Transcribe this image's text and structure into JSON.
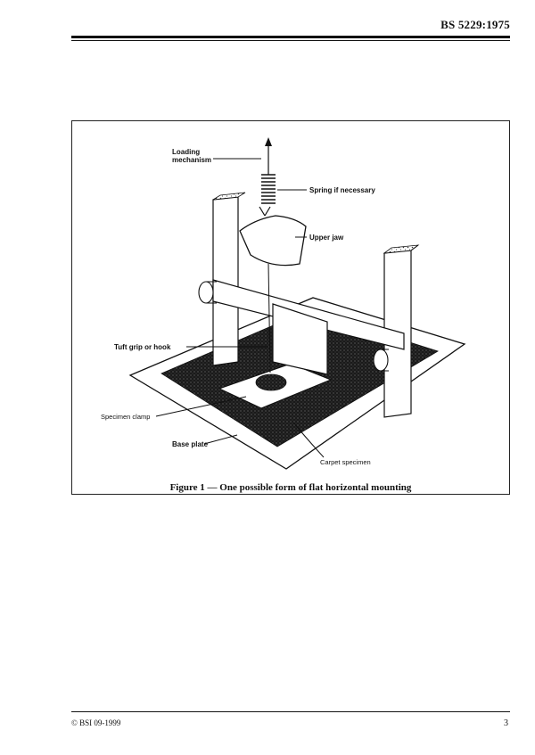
{
  "header": {
    "doc_code": "BS 5229:1975"
  },
  "figure": {
    "caption": "Figure 1 — One possible form of flat horizontal mounting",
    "labels": {
      "loading_1": "Loading",
      "loading_2": "mechanism",
      "spring": "Spring if necessary",
      "upper_jaw": "Upper jaw",
      "tuft": "Tuft grip or hook",
      "clamp": "Specimen clamp",
      "base": "Base plate",
      "carpet": "Carpet specimen"
    }
  },
  "footer": {
    "copyright": "© BSI 09-1999",
    "page_number": "3"
  }
}
